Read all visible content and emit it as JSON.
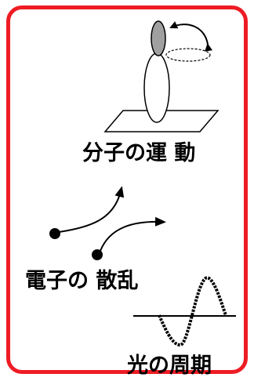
{
  "labels": {
    "molecular_motion": "分子の運 動",
    "electron_scattering": "電子の 散乱",
    "light_period": "光の周期"
  },
  "colors": {
    "frame": "#ee1c24",
    "ink": "#000000",
    "molecule_top": "#a0a0a0"
  }
}
